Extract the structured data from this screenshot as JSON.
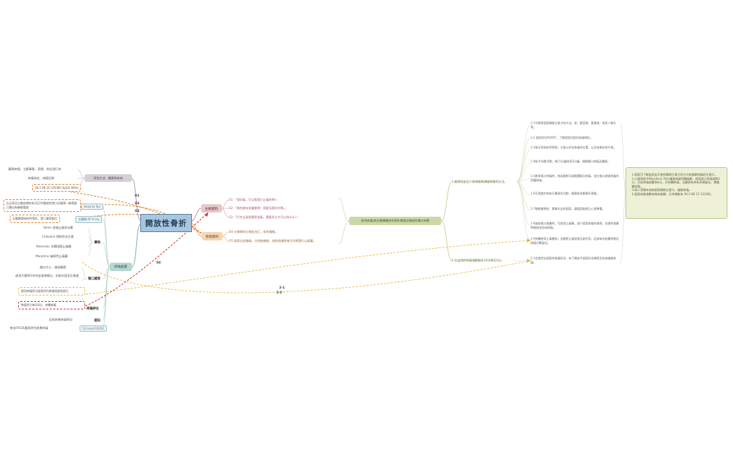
{
  "central": "開放性骨折",
  "branches": {
    "subjective": {
      "label": "主觀資料",
      "items": [
        "S1:「我好痛，可以幫我打止痛的嗎?」",
        "S2:「我的腳有很嚴重嗎？我要怎麼好的嗎。」",
        "S3:「打完止痛我還是很痛，還要多久才可以為什么?」"
      ]
    },
    "objective": {
      "label": "客觀資料",
      "items": [
        "O4:左腳踝與左腳趾加乙，較為腫脹。",
        "O5:個案全部膝痛，住院後數動，協助換藥時會大叫想要行止痛藥。"
      ]
    },
    "assessment": {
      "label": "評估方法、健康與疾病",
      "items": [
        "觀察病情、主觀事實、表情、與言語行為",
        "疼痛病史、病歷記錄",
        "36.5 98 20 105/86 (SpO2 98%)"
      ]
    },
    "diff": {
      "label": "疼痛處置",
      "groups": [
        {
          "label": "左腳踝 AP X-ray",
          "items": [
            "左腳踝骨粉碎性骨折，第二腳背脫位"
          ]
        },
        {
          "label": "Head to Toe",
          "items": [
            "左足背及左腳皮膚約有3至2吋開放性傷口右腳第一蹠骨處",
            "已開出有靜脈管路"
          ]
        },
        {
          "label": "藥物",
          "items": [
            "Voren 退燒止痛消炎藥",
            "Cefazolin 預防性抗生素",
            "Ketorolac 非類固醇止痛藥",
            "Morphine 麻醉性止痛藥"
          ]
        },
        {
          "label": "傷口處理",
          "items": [
            "傷口大小、患部觀察",
            "使用大量N/S沖洗並清理傷口，包紮外固定石膏處"
          ]
        },
        {
          "label": "疼痛評估",
          "items": [
            "使用疼痛評分量表評估疼痛程度與部位",
            "疼痛評分每天8分，持續疼痛"
          ]
        },
        {
          "label": "認知",
          "items": [
            "告知病患疼痛原因"
          ]
        },
        {
          "label": "13 Level FACES",
          "items": [
            "來自FACES量表評估病患疼痛"
          ]
        }
      ]
    },
    "problem": {
      "label": "急性疼痛/與左腳踝開放性骨折傷害及開放性傷口有關",
      "goals": [
        {
          "label": "1.能夠說出至少兩項能夠減緩疼痛的方法。",
          "actions": [
            "1-1可教導個案轉移注意力的方法，如：聽音樂、看電視、與家人聊天等。",
            "1-2 使用評估PQRST，了解個案目前的疼痛情形。",
            "1-3每天到病床旁探視，注意以評估疼痛的位置，以及有無其他不適。",
            "1-4給予冰敷冷敷，每15分鐘休息5分鐘，緩解腳口疼痛及腫脹。",
            "1-5教導傷口疼痛時，抬高患肢可減輕腫脹及疼痛，並在傷口處做適當的保護措施。",
            "1-6可適度於病床行簡易的活動，緩解肌肉緊繃不適感。",
            "1-7移動患肢時，需事先告知個案，讓個案能建立心理準備。",
            "1-8協助傷口換藥時，可使用止痛藥，減少個案疼痛的感覺，並避免換藥時間過長造成疼痛。",
            "1-9持續使用止痛藥物，並觀察止痛效果及副作用，記錄每次給藥時間及疼痛分數變化。"
          ]
        },
        {
          "label": "2.在出院時疼痛指數能從10分降至2分。",
          "actions": [
            "2-1定期評估個案的疼痛狀況，來了解給予個案的治療是否有效緩解疼痛。"
          ]
        }
      ]
    }
  },
  "evaluation": [
    "1.個案可了解並說出可使用轉移注意力的方式來緩解疼痛的注意力。",
    "2.止痛劑給予Morphine 30分鐘後疼痛明顯緩解，個案表示疼痛減輕2分，目前疼痛指數為6分，仍持續疼痛，且觀察有時有表情變化，需繼續追蹤。",
    "3.病人家屬有協助個案轉移注意力，緩解疼痛。",
    "4.個案疼痛指數有略為緩解，生命徵象為 36.2 86 17 121/80。"
  ],
  "link_labels": [
    "O1",
    "O2",
    "O3",
    "S4",
    "2-1",
    "2-2"
  ]
}
